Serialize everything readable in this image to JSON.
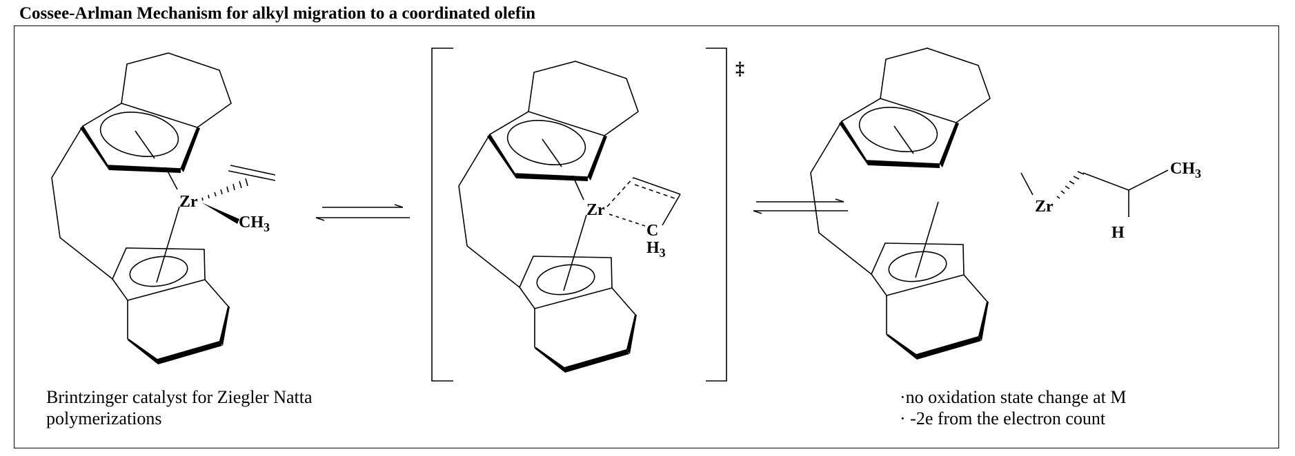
{
  "title": "Cossee-Arlman Mechanism for alkyl migration to a coordinated olefin",
  "structures": {
    "left": {
      "metal": "Zr",
      "methyl": "CH3",
      "methyl_base": "CH",
      "methyl_sub": "3"
    },
    "transition_state": {
      "metal": "Zr",
      "carbon": "C",
      "hydrogens": "H",
      "hydrogens_sub": "3",
      "dagger": "‡"
    },
    "right": {
      "metal": "Zr",
      "methyl_base": "CH",
      "methyl_sub": "3",
      "hydrogen": "H"
    }
  },
  "captions": {
    "left_line1": "Brintzinger catalyst for Ziegler Natta",
    "left_line2": "polymerizations",
    "right_line1": "·no oxidation state change at M",
    "right_line2": "· -2e from the electron count"
  }
}
